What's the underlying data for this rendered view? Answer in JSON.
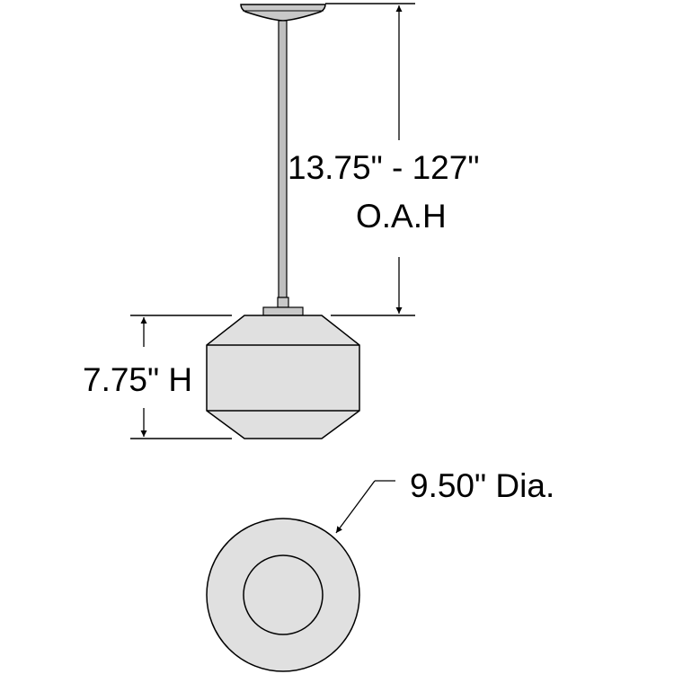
{
  "diagram": {
    "type": "pendant-light-dimension-drawing",
    "colors": {
      "fixture_fill": "#e0e0e0",
      "canopy_fill": "#c8c8c8",
      "stem_fill": "#bfbfbf",
      "line": "#000000",
      "background": "#ffffff"
    },
    "dimensions": {
      "overall_height": {
        "range": "13.75\" - 127\"",
        "label": "O.A.H"
      },
      "shade_height": {
        "label": "7.75\" H"
      },
      "diameter": {
        "label": "9.50\" Dia."
      }
    },
    "views": [
      "side-elevation",
      "bottom-plan"
    ]
  }
}
